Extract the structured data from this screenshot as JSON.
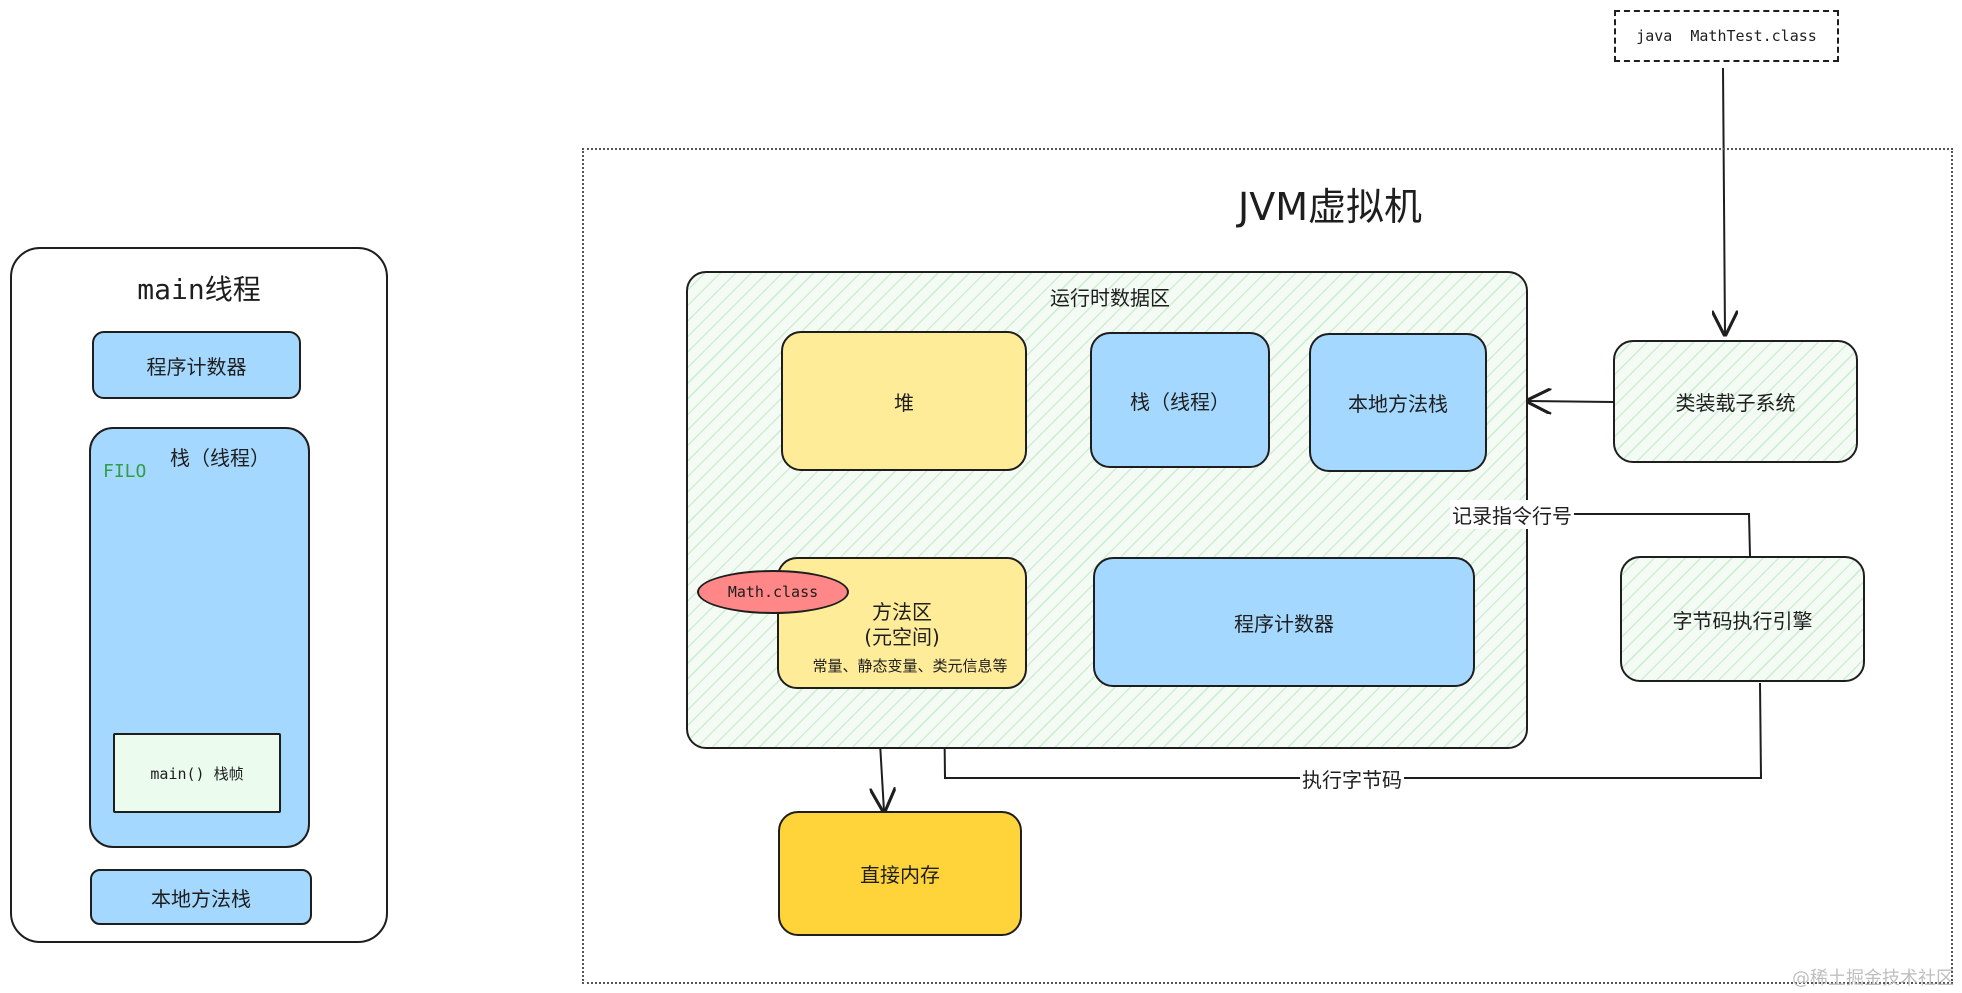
{
  "command": {
    "text": "java  MathTest.class"
  },
  "main_thread": {
    "title": "main线程",
    "pc": "程序计数器",
    "stack": {
      "title": "栈（线程）",
      "filo": "FILO",
      "frame": "main() 栈帧"
    },
    "native": "本地方法栈"
  },
  "jvm": {
    "title": "JVM虚拟机",
    "runtime_area": {
      "title": "运行时数据区",
      "heap": "堆",
      "stack": "栈（线程）",
      "native_stack": "本地方法栈",
      "method_area": {
        "line1": "方法区",
        "line2": "(元空间)",
        "line3": "常量、静态变量、类元信息等"
      },
      "math_class": "Math.class",
      "pc": "程序计数器"
    },
    "class_loader": "类装载子系统",
    "engine": "字节码执行引擎",
    "direct_memory": "直接内存",
    "edge_labels": {
      "record": "记录指令行号",
      "execute": "执行字节码"
    }
  },
  "watermark": "@稀土掘金技术社区",
  "colors": {
    "blue": "#a5d8ff",
    "yellow": "#ffec99",
    "gold": "#ffd43b",
    "red": "#ff8787",
    "green_text": "#2f9e44",
    "stroke": "#1e1e1e"
  }
}
